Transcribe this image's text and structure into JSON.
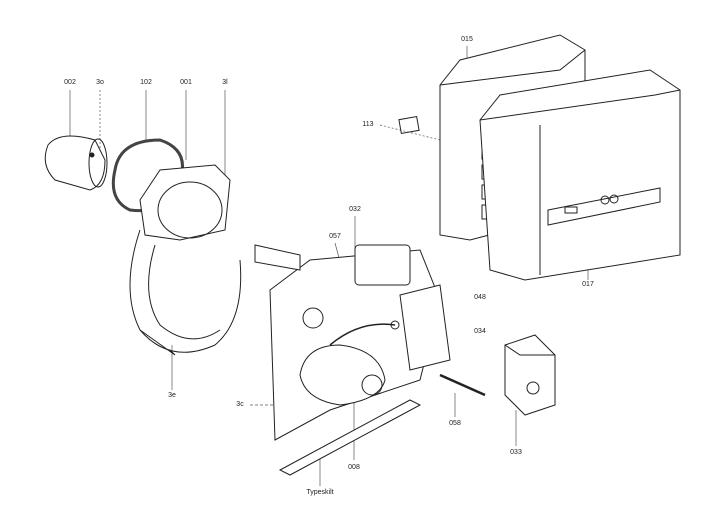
{
  "labels": {
    "p002": "002",
    "p3o": "3o",
    "p102": "102",
    "p001": "001",
    "p3l": "3l",
    "p015": "015",
    "p113": "113",
    "p032": "032",
    "p057": "057",
    "p017": "017",
    "p048": "048",
    "p034": "034",
    "p3e": "3e",
    "p3c": "3c",
    "p058": "058",
    "p033": "033",
    "p008": "008",
    "typeskilt": "Typeskilt"
  }
}
